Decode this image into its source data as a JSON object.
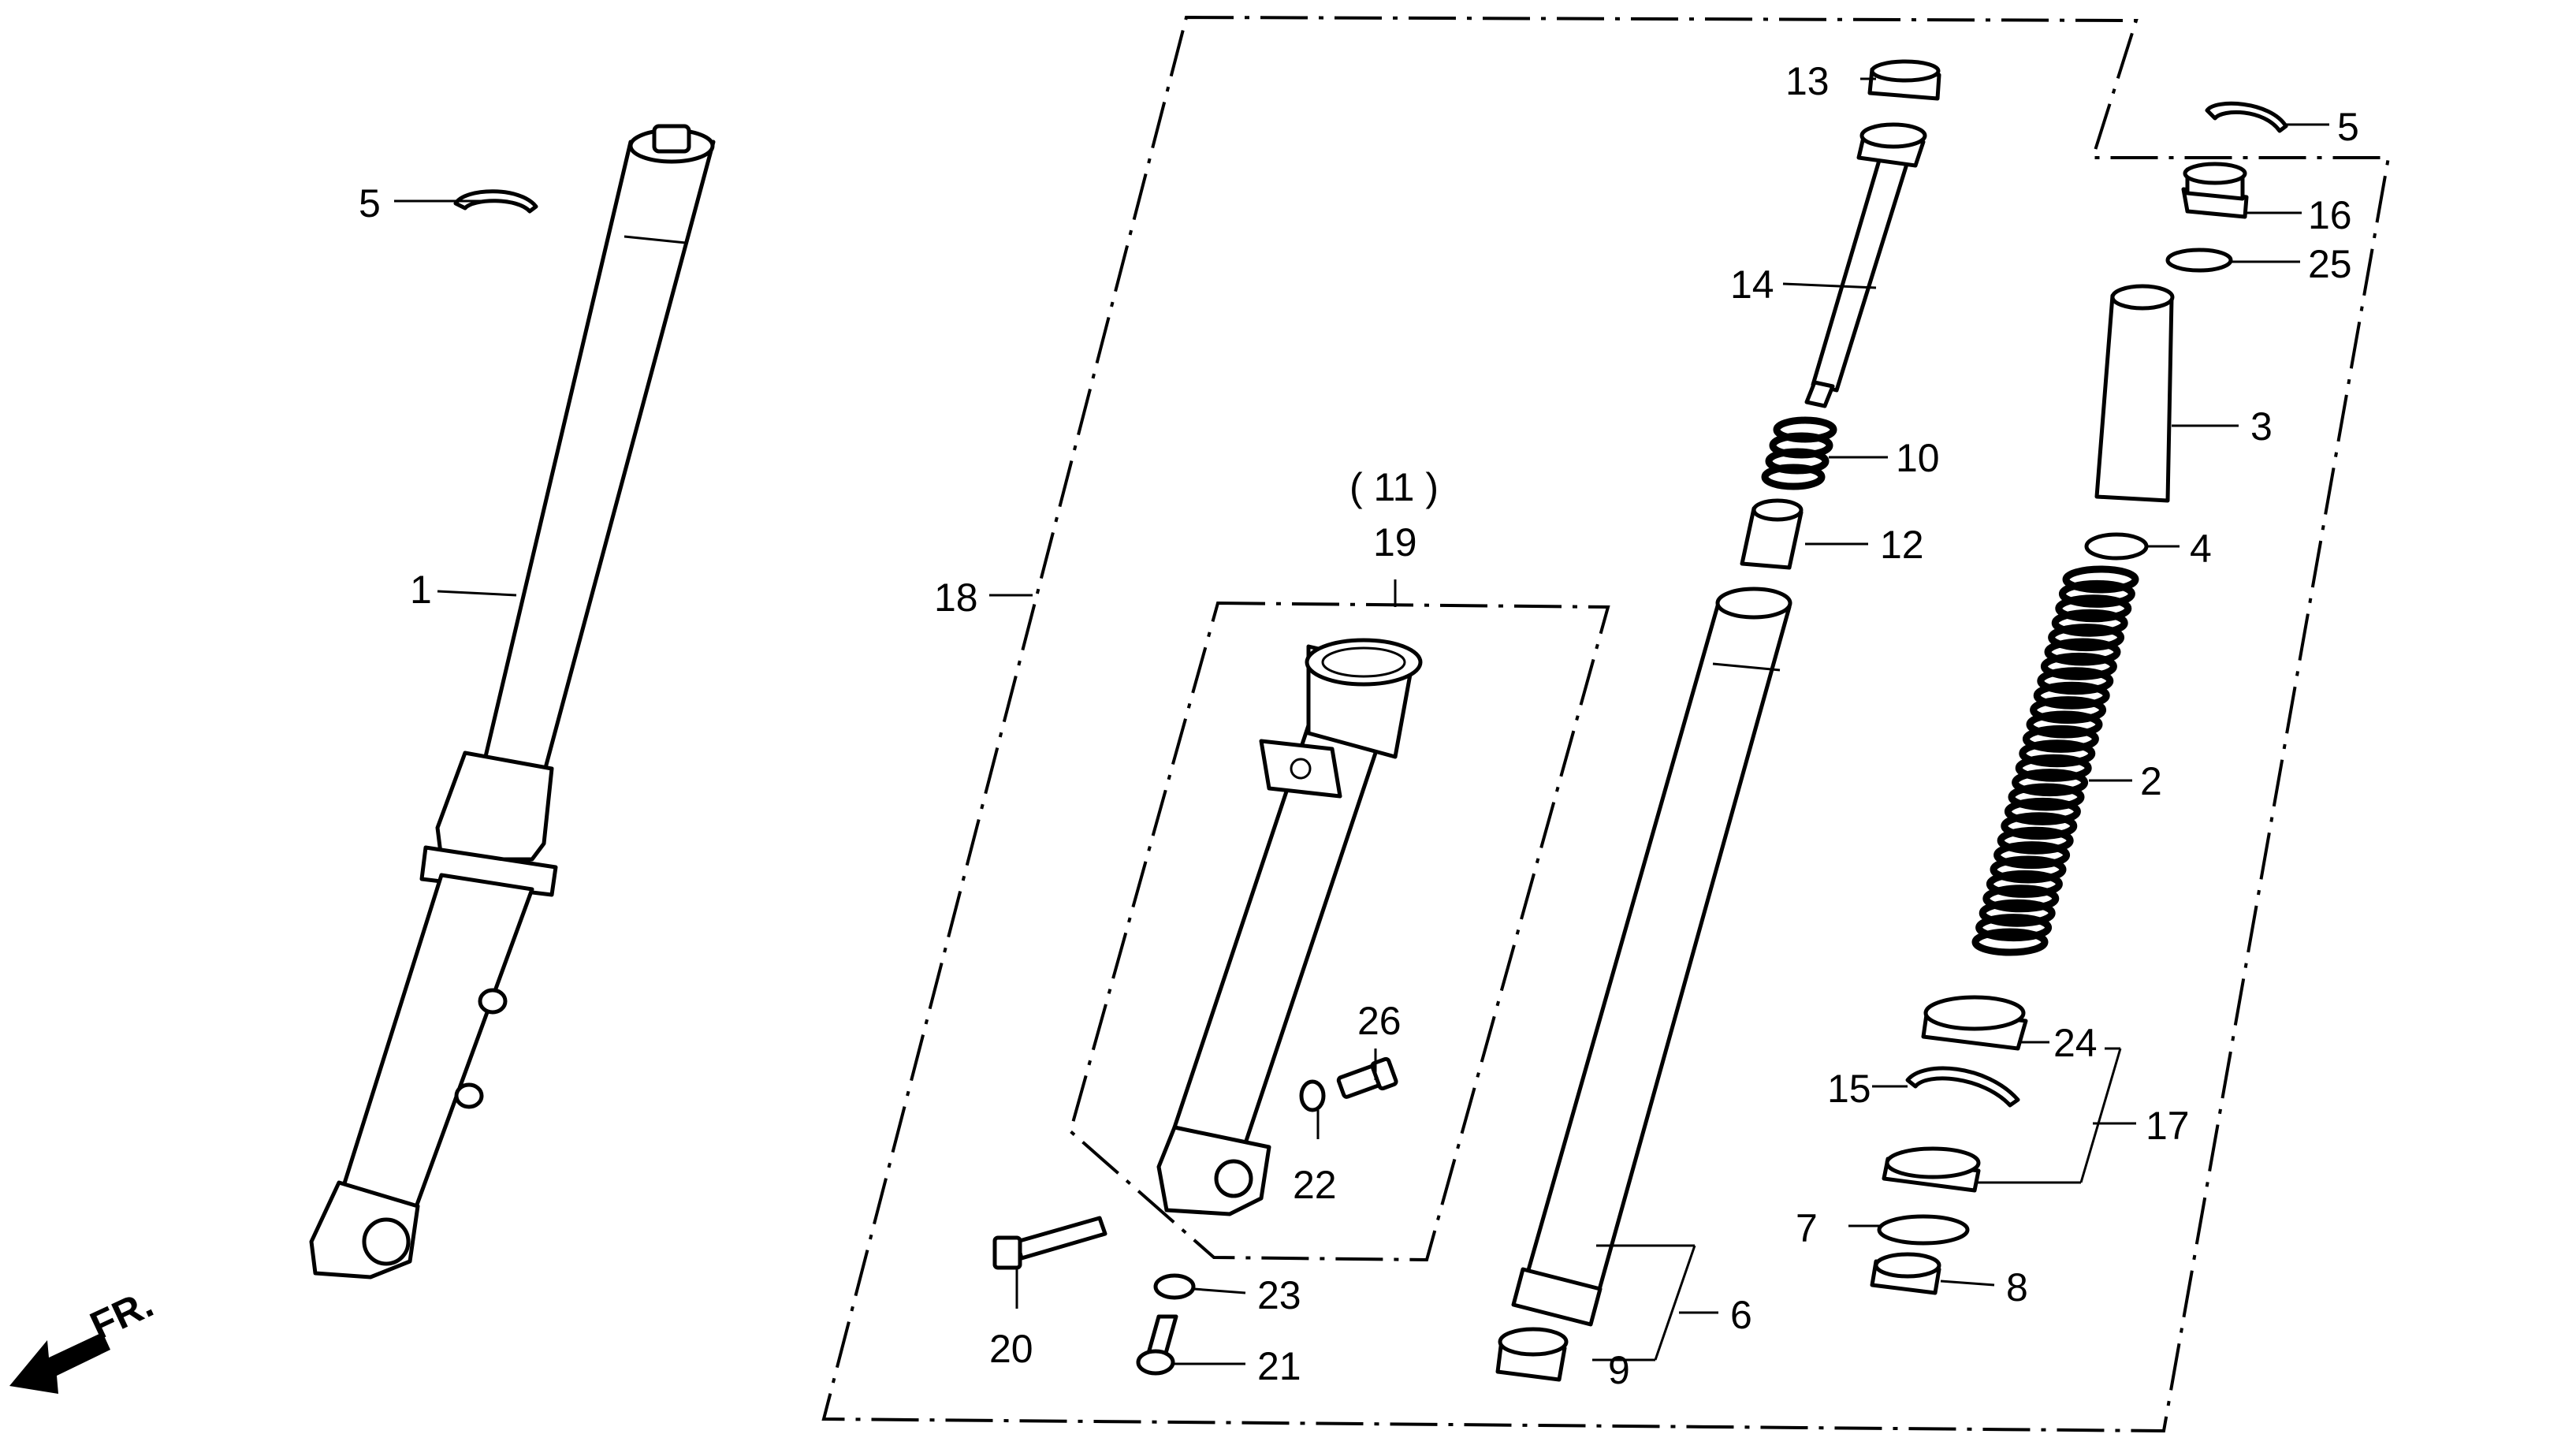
{
  "diagram": {
    "callouts": {
      "c1": "1",
      "c2": "2",
      "c3": "3",
      "c4": "4",
      "c5a": "5",
      "c5b": "5",
      "c6": "6",
      "c7": "7",
      "c8": "8",
      "c9": "9",
      "c10": "10",
      "c11": "( 11 )",
      "c12": "12",
      "c13": "13",
      "c14": "14",
      "c15": "15",
      "c16": "16",
      "c17": "17",
      "c18": "18",
      "c19": "19",
      "c20": "20",
      "c21": "21",
      "c22": "22",
      "c23": "23",
      "c24": "24",
      "c25": "25",
      "c26": "26"
    },
    "front_marker": "FR."
  }
}
